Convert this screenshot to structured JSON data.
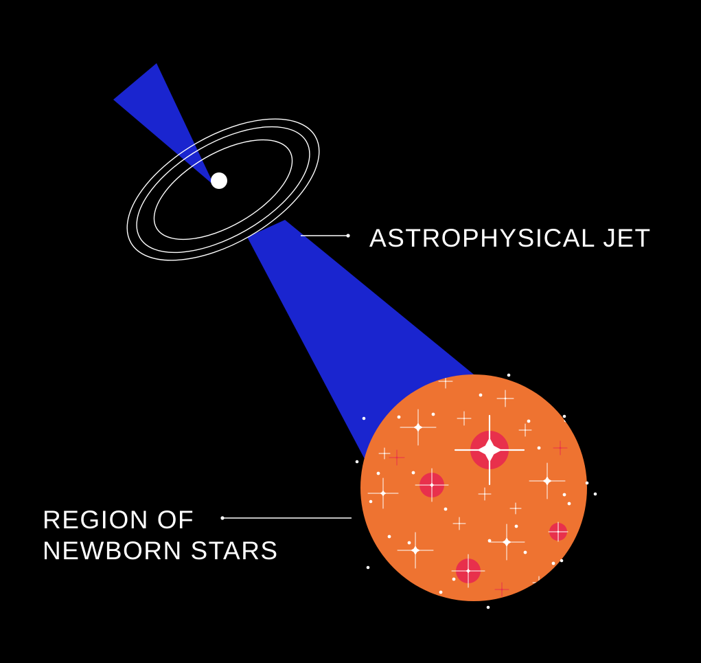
{
  "labels": {
    "jet": "ASTROPHYSICAL JET",
    "region_line1": "REGION OF",
    "region_line2": "NEWBORN STARS"
  },
  "colors": {
    "background": "#000000",
    "jet": "#1a25cf",
    "disk_rings": "#ffffff",
    "star_region": "#ee7331",
    "star_white": "#ffffff",
    "star_red": "#e8304c",
    "star_red_glow": "#e8304c",
    "leader_line": "#ffffff"
  }
}
